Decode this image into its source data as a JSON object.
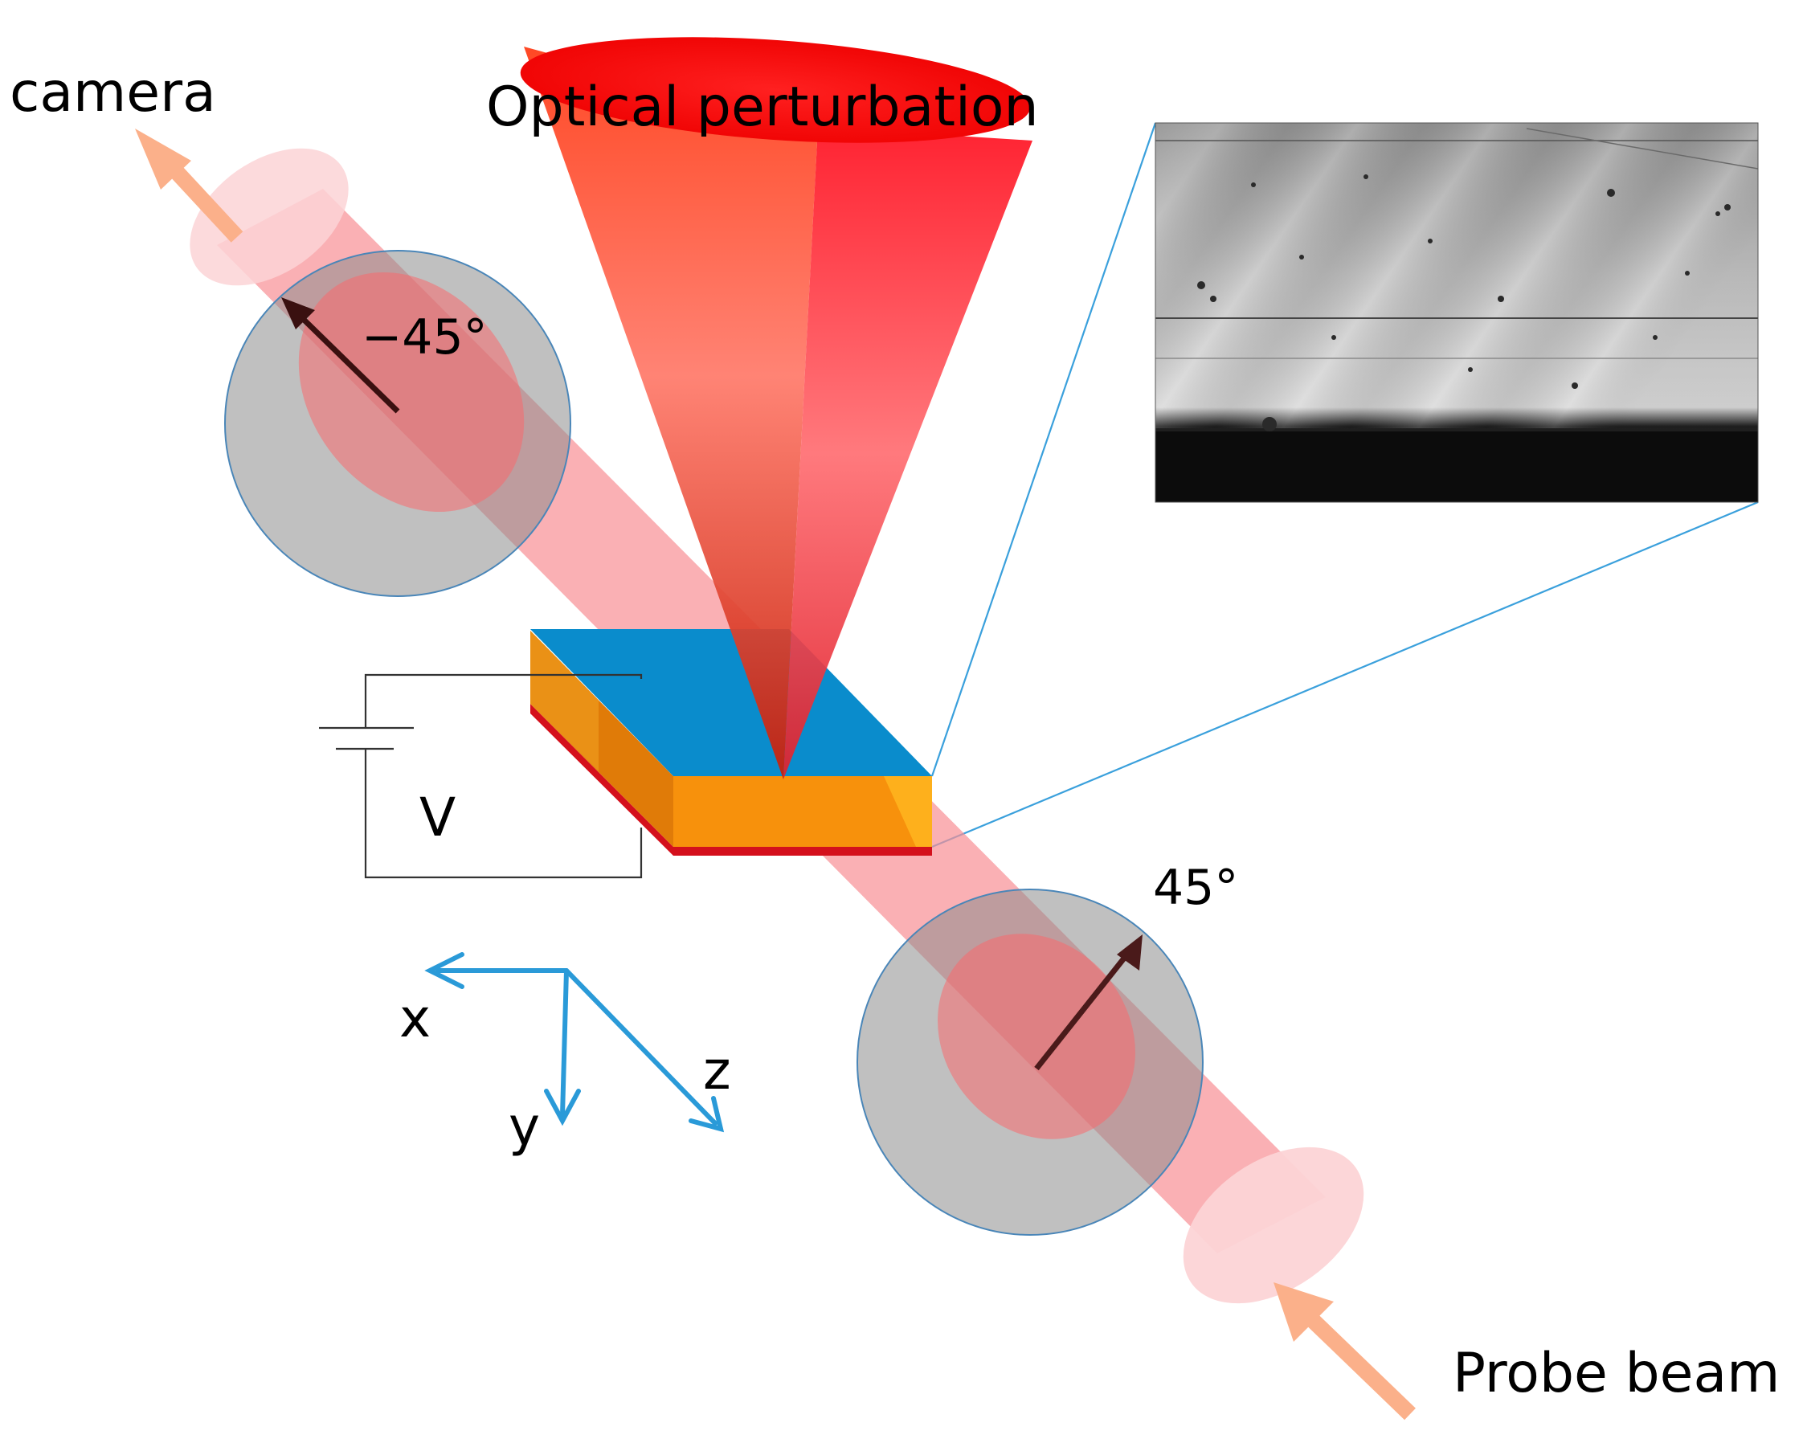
{
  "labels": {
    "camera": "camera",
    "optical_perturbation": "Optical perturbation",
    "angle_out": "−45°",
    "angle_in": "45°",
    "voltage": "V",
    "axis_x": "x",
    "axis_y": "y",
    "axis_z": "z",
    "probe_beam": "Probe beam"
  },
  "colors": {
    "beam": "#f88f94",
    "beam_end": "#fcd4d6",
    "beam_arrow": "#fbb08a",
    "polarizer": "#8c8c8c",
    "polarizer_edge": "#4a86b8",
    "cone_dark": "#e03010",
    "cone_light": "#ff6a60",
    "crystal_top": "#0a8ccc",
    "crystal_side": "#f7910c",
    "crystal_side_dark": "#e07b08",
    "electrode": "#d4101c",
    "axes": "#2a9ad8",
    "zoom_lines": "#3aa0dc",
    "circuit": "#333333"
  }
}
